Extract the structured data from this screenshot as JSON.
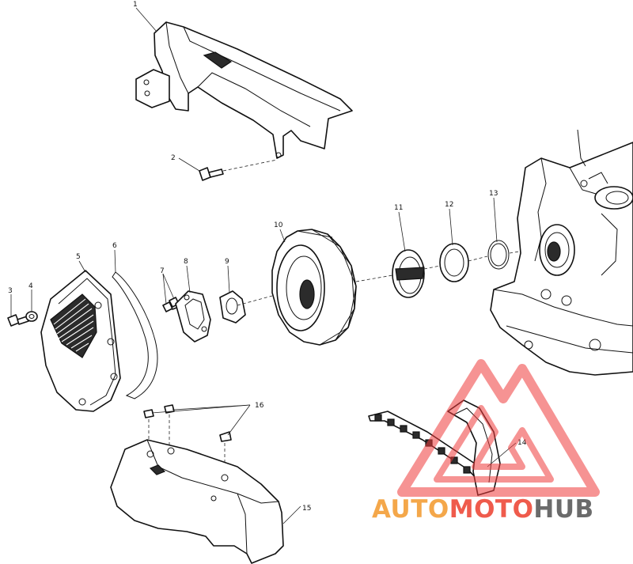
{
  "callouts": [
    "1",
    "2",
    "3",
    "4",
    "5",
    "6",
    "7",
    "8",
    "9",
    "10",
    "11",
    "12",
    "13",
    "14",
    "15",
    "16"
  ],
  "watermark": {
    "part1": "AUTO",
    "part2": "MOTO",
    "part3": "HUB",
    "colors": {
      "auto": "#f4a74a",
      "moto": "#ef5b4c",
      "hub": "#6b6b6b",
      "logo": "#ef3b3b"
    }
  }
}
